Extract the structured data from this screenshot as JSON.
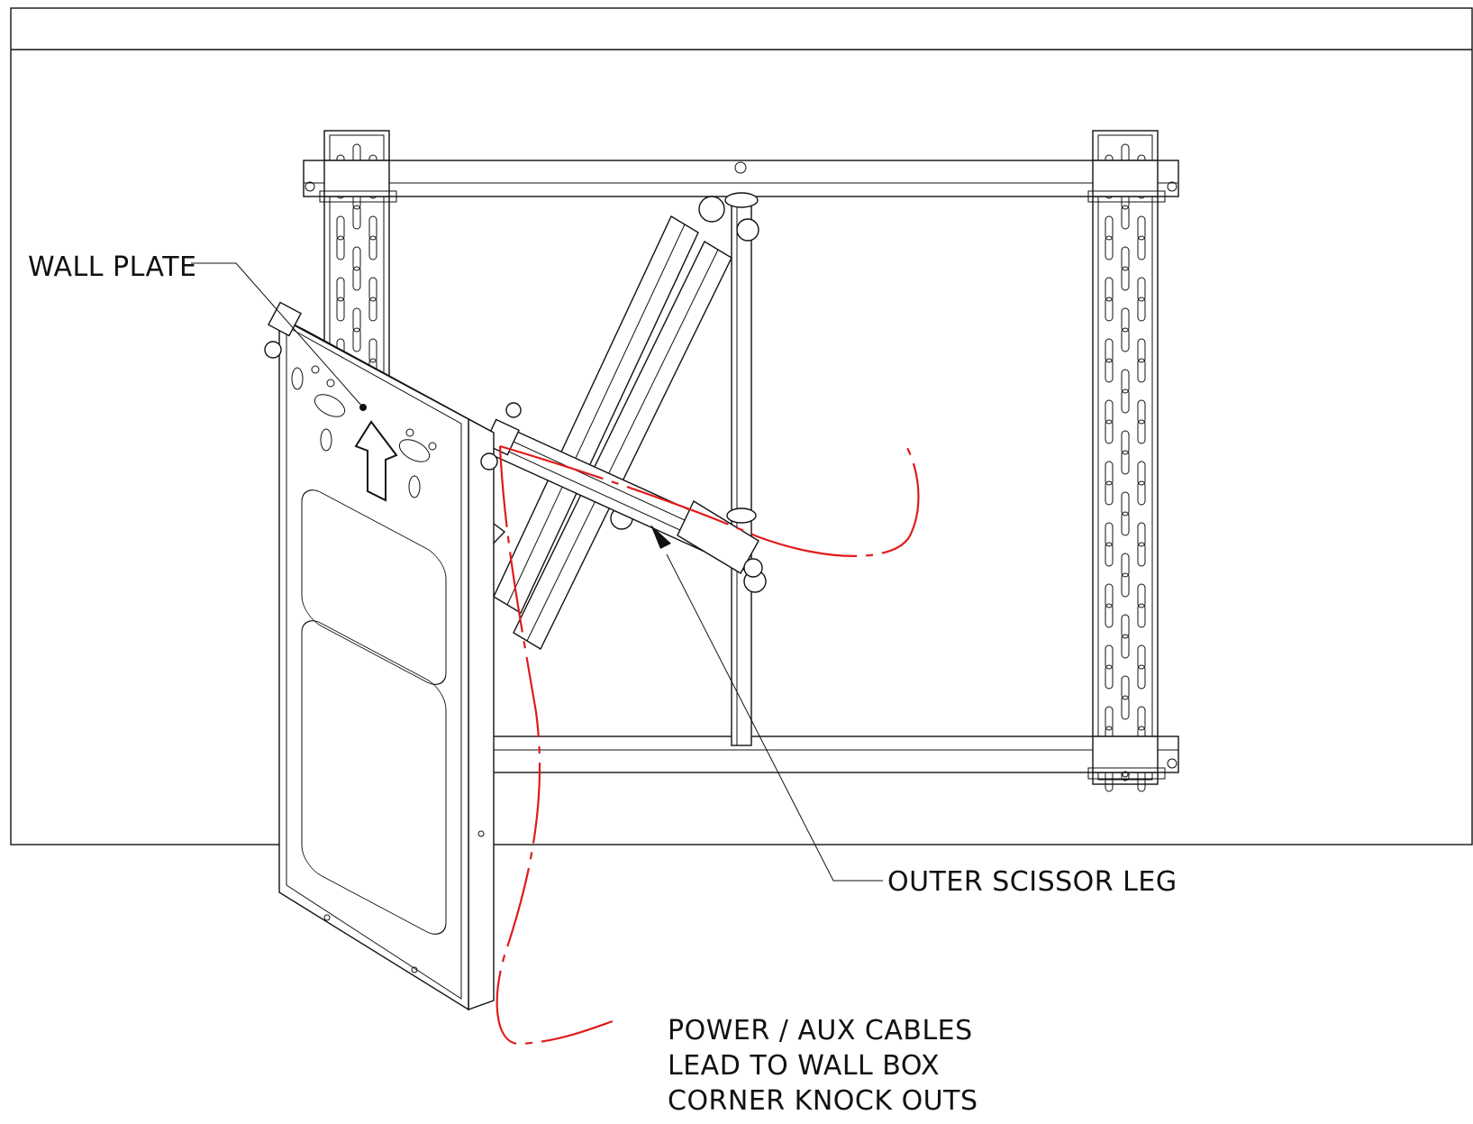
{
  "callouts": {
    "wall_plate": "WALL PLATE",
    "outer_scissor_leg": "OUTER SCISSOR LEG",
    "cables_line1": "POWER / AUX CABLES",
    "cables_line2": "LEAD TO WALL BOX",
    "cables_line3": "CORNER KNOCK OUTS"
  },
  "colors": {
    "line": "#111111",
    "cable": "#e01b1b",
    "background": "#ffffff"
  }
}
